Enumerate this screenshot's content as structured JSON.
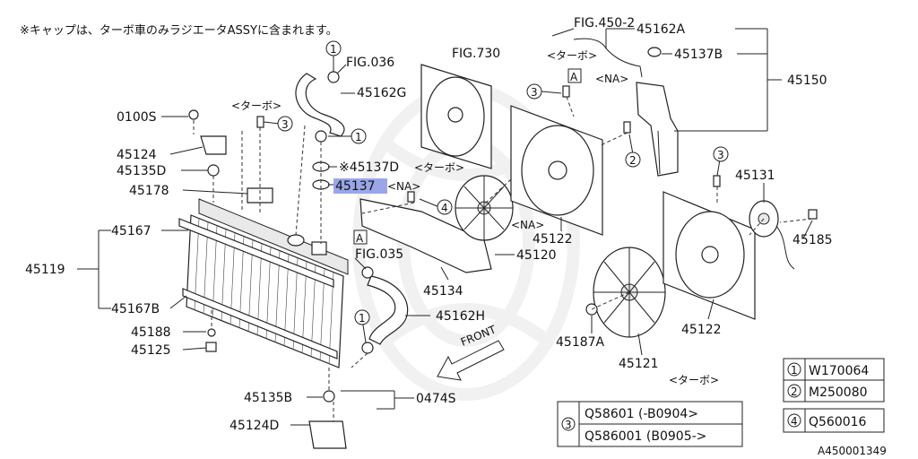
{
  "note": "※キャップは、ターボ車のみラジエータASSYに含まれます。",
  "diagram_id": "A450001349",
  "tags": {
    "turbo": "<ターボ>",
    "na": "<NA>",
    "front": "FRONT",
    "box_a": "A"
  },
  "figs": {
    "fig4502": "FIG.450-2",
    "fig036": "FIG.036",
    "fig730": "FIG.730",
    "fig035": "FIG.035"
  },
  "parts": {
    "p45162A": "45162A",
    "p45137B": "45137B",
    "p45150": "45150",
    "p45162G": "45162G",
    "p0100S": "0100S",
    "p45124": "45124",
    "p45135D": "45135D",
    "p45178": "45178",
    "p45137D": "※45137D",
    "p45137": "45137",
    "p45167": "45167",
    "p45119": "45119",
    "p45167B": "45167B",
    "p45188": "45188",
    "p45125": "45125",
    "p45135B": "45135B",
    "p45124D": "45124D",
    "p0474S": "0474S",
    "p45162H": "45162H",
    "p45134": "45134",
    "p45120": "45120",
    "p45122a": "45122",
    "p45122b": "45122",
    "p45131": "45131",
    "p45185": "45185",
    "p45187A": "45187A",
    "p45121": "45121"
  },
  "callouts": {
    "c1": "1",
    "c2": "2",
    "c3": "3",
    "c4": "4"
  },
  "legend": {
    "l1_num": "1",
    "l1_code": "W170064",
    "l2_num": "2",
    "l2_code": "M250080",
    "l4_num": "4",
    "l4_code": "Q560016",
    "l3_num": "3",
    "l3_row1": "Q58601 (-B0904>",
    "l3_row2": "Q586001 (B0905->"
  }
}
